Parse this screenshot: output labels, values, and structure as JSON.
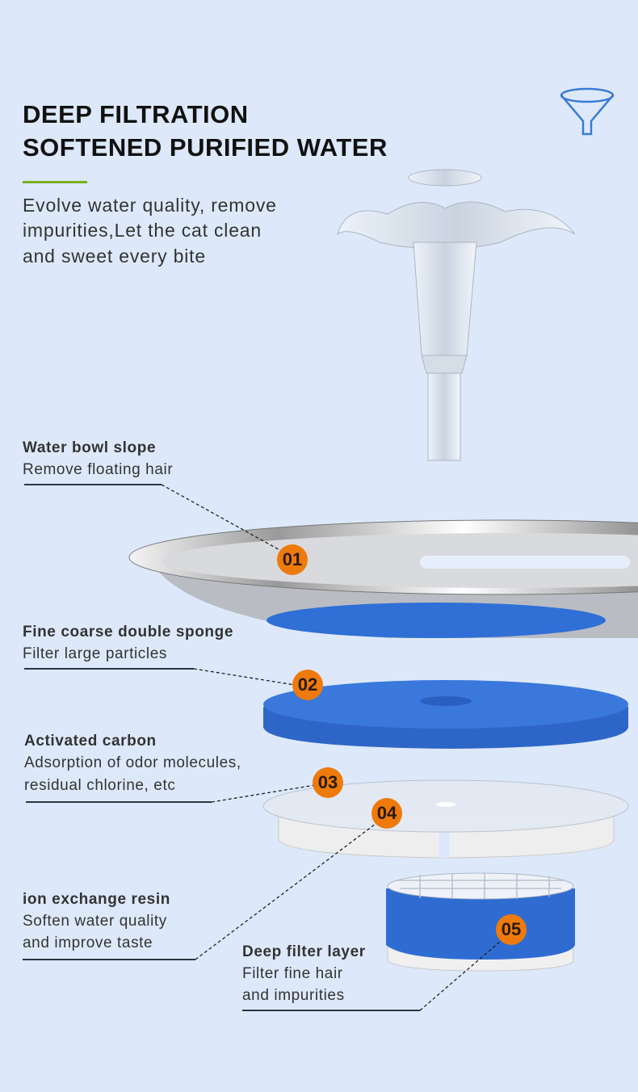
{
  "header": {
    "title_line1": "DEEP FILTRATION",
    "title_line2": "SOFTENED PURIFIED WATER",
    "body_lines": [
      "Evolve water quality, remove",
      "impurities,Let the cat clean",
      "and sweet every bite"
    ],
    "icon": "funnel-icon"
  },
  "colors": {
    "background": "#dde9fa",
    "accent_line": "#7aaf1e",
    "badge": "#ee7a0c",
    "sponge": "#2f6fd6"
  },
  "callouts": [
    {
      "number": "01",
      "title": "Water bowl slope",
      "desc": [
        "Remove floating hair"
      ]
    },
    {
      "number": "02",
      "title": "Fine coarse double sponge",
      "desc": [
        "Filter large particles"
      ]
    },
    {
      "number": "03",
      "title": "Activated carbon",
      "desc": [
        "Adsorption of odor molecules,",
        "residual chlorine, etc"
      ]
    },
    {
      "number": "04",
      "title": "ion exchange resin",
      "desc": [
        "Soften water quality",
        "and improve taste"
      ]
    },
    {
      "number": "05",
      "title": "Deep filter layer",
      "desc": [
        "Filter fine hair",
        "and impurities"
      ]
    }
  ]
}
